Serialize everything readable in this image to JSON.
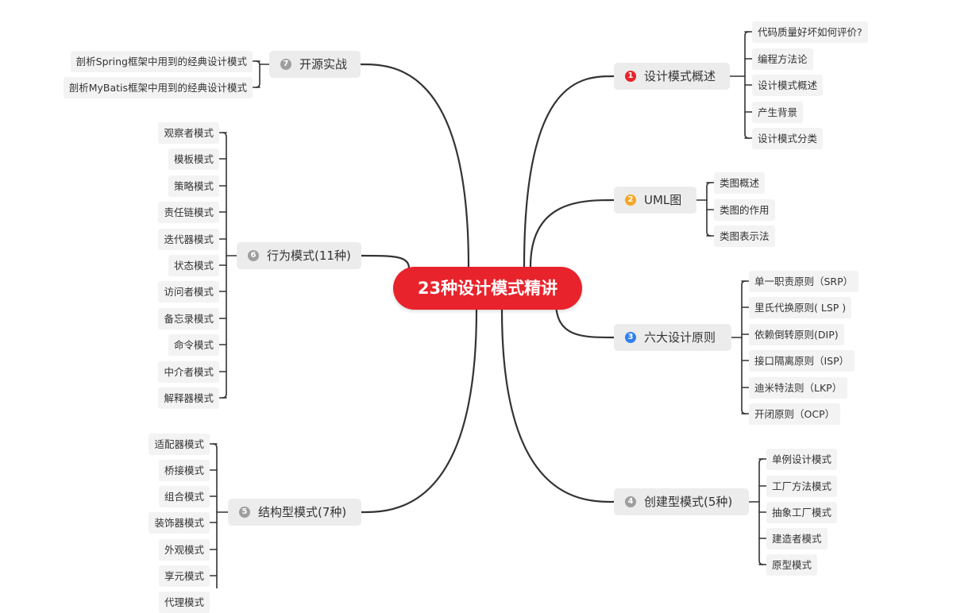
{
  "center": {
    "title": "23种设计模式精讲"
  },
  "branches": [
    {
      "id": "b1",
      "badge": "1",
      "badge_color": "#e8232c",
      "label": "设计模式概述",
      "leaves": [
        "代码质量好坏如何评价?",
        "编程方法论",
        "设计模式概述",
        "产生背景",
        "设计模式分类"
      ]
    },
    {
      "id": "b2",
      "badge": "2",
      "badge_color": "#f5a623",
      "label": "UML图",
      "leaves": [
        "类图概述",
        "类图的作用",
        "类图表示法"
      ]
    },
    {
      "id": "b3",
      "badge": "3",
      "badge_color": "#2f80ed",
      "label": "六大设计原则",
      "leaves": [
        "单一职责原则（SRP）",
        "里氏代换原则( LSP )",
        "依赖倒转原则(DIP)",
        "接口隔离原则（ISP）",
        "迪米特法则（LKP）",
        "开闭原则（OCP）"
      ]
    },
    {
      "id": "b4",
      "badge": "4",
      "badge_color": "#9e9e9e",
      "label": "创建型模式(5种)",
      "leaves": [
        "单例设计模式",
        "工厂方法模式",
        "抽象工厂模式",
        "建造者模式",
        "原型模式"
      ]
    },
    {
      "id": "b5",
      "badge": "5",
      "badge_color": "#9e9e9e",
      "label": "结构型模式(7种)",
      "leaves": [
        "适配器模式",
        "桥接模式",
        "组合模式",
        "装饰器模式",
        "外观模式",
        "享元模式",
        "代理模式"
      ]
    },
    {
      "id": "b6",
      "badge": "6",
      "badge_color": "#9e9e9e",
      "label": "行为模式(11种)",
      "leaves": [
        "观察者模式",
        "模板模式",
        "策略模式",
        "责任链模式",
        "迭代器模式",
        "状态模式",
        "访问者模式",
        "备忘录模式",
        "命令模式",
        "中介者模式",
        "解释器模式"
      ]
    },
    {
      "id": "b7",
      "badge": "7",
      "badge_color": "#9e9e9e",
      "label": "开源实战",
      "leaves": [
        "剖析Spring框架中用到的经典设计模式",
        "剖析MyBatis框架中用到的经典设计模式"
      ]
    }
  ]
}
